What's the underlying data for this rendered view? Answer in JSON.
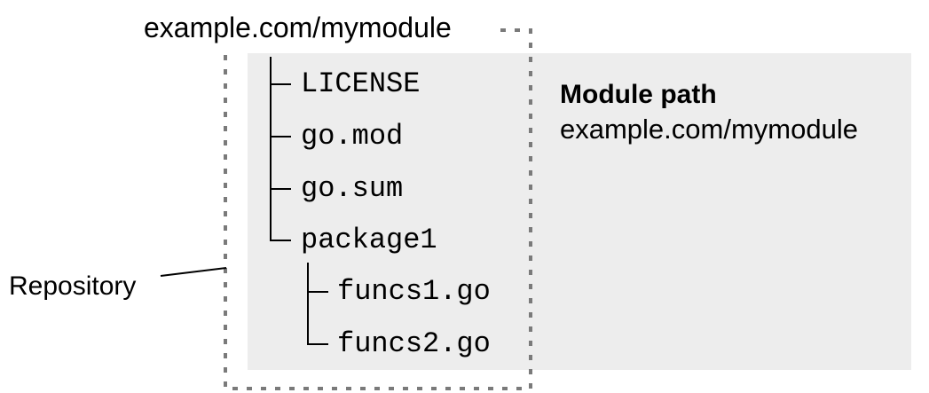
{
  "module_label": "example.com/mymodule",
  "repository_label": "Repository",
  "tree": {
    "root_files": [
      "LICENSE",
      "go.mod",
      "go.sum",
      "package1"
    ],
    "package1_files": [
      "funcs1.go",
      "funcs2.go"
    ]
  },
  "info": {
    "title": "Module path",
    "value": "example.com/mymodule"
  },
  "colors": {
    "panel_bg": "#ededed",
    "dashed_border": "#7a7a7a",
    "line": "#000000"
  }
}
